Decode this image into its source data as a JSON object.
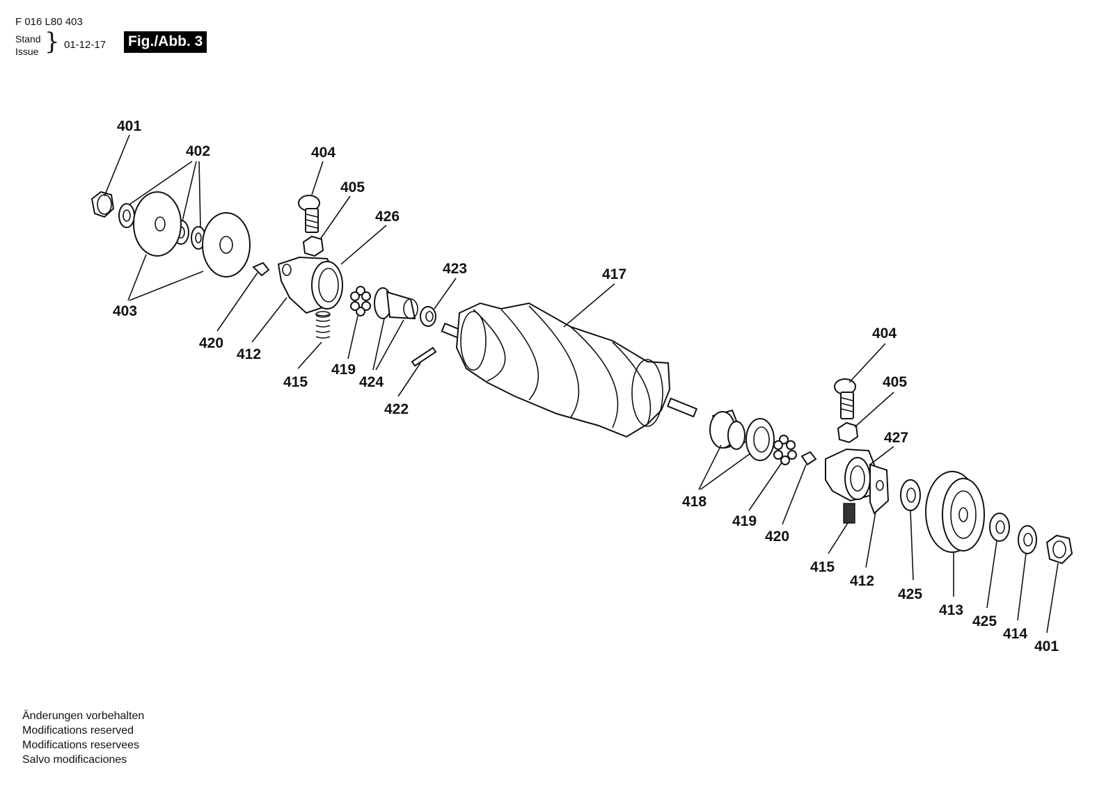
{
  "header": {
    "part_number": "F 016 L80 403",
    "stand_label": "Stand",
    "issue_label": "Issue",
    "date": "01-12-17",
    "figure": "Fig./Abb. 3"
  },
  "labels": {
    "l401a": "401",
    "l402": "402",
    "l403": "403",
    "l404a": "404",
    "l405a": "405",
    "l426": "426",
    "l423": "423",
    "l417": "417",
    "l420a": "420",
    "l412a": "412",
    "l415a": "415",
    "l419a": "419",
    "l424": "424",
    "l422": "422",
    "l404b": "404",
    "l405b": "405",
    "l427": "427",
    "l418": "418",
    "l419b": "419",
    "l420b": "420",
    "l415b": "415",
    "l412b": "412",
    "l425a": "425",
    "l413": "413",
    "l425b": "425",
    "l414": "414",
    "l401b": "401"
  },
  "footer": {
    "line1": "Änderungen vorbehalten",
    "line2": "Modifications reserved",
    "line3": "Modifications reservees",
    "line4": "Salvo modificaciones"
  }
}
